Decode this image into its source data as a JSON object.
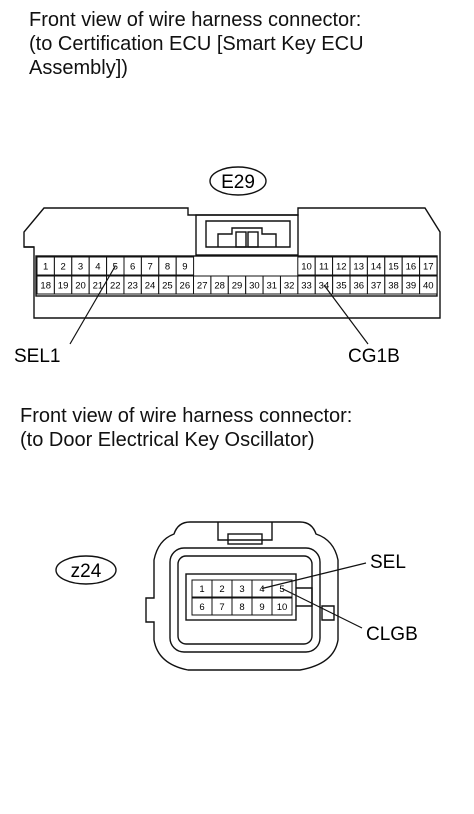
{
  "connector1": {
    "caption": "Front view of wire harness connector:\n(to Certification ECU [Smart Key ECU\nAssembly])",
    "code": "E29",
    "pins_top_left": [
      "1",
      "2",
      "3",
      "4",
      "5",
      "6",
      "7",
      "8",
      "9"
    ],
    "pins_top_right": [
      "10",
      "11",
      "12",
      "13",
      "14",
      "15",
      "16",
      "17"
    ],
    "pins_bottom": [
      "18",
      "19",
      "20",
      "21",
      "22",
      "23",
      "24",
      "25",
      "26",
      "27",
      "28",
      "29",
      "30",
      "31",
      "32",
      "33",
      "34",
      "35",
      "36",
      "37",
      "38",
      "39",
      "40"
    ],
    "callouts": [
      {
        "label": "SEL1",
        "pin": "5"
      },
      {
        "label": "CG1B",
        "pin": "34"
      }
    ]
  },
  "connector2": {
    "caption": "Front view of wire harness connector:\n(to Door Electrical Key Oscillator)",
    "code": "z24",
    "pins_top": [
      "1",
      "2",
      "3",
      "4",
      "5"
    ],
    "pins_bottom": [
      "6",
      "7",
      "8",
      "9",
      "10"
    ],
    "callouts": [
      {
        "label": "SEL",
        "pin": "4"
      },
      {
        "label": "CLGB",
        "pin": "5"
      }
    ]
  }
}
